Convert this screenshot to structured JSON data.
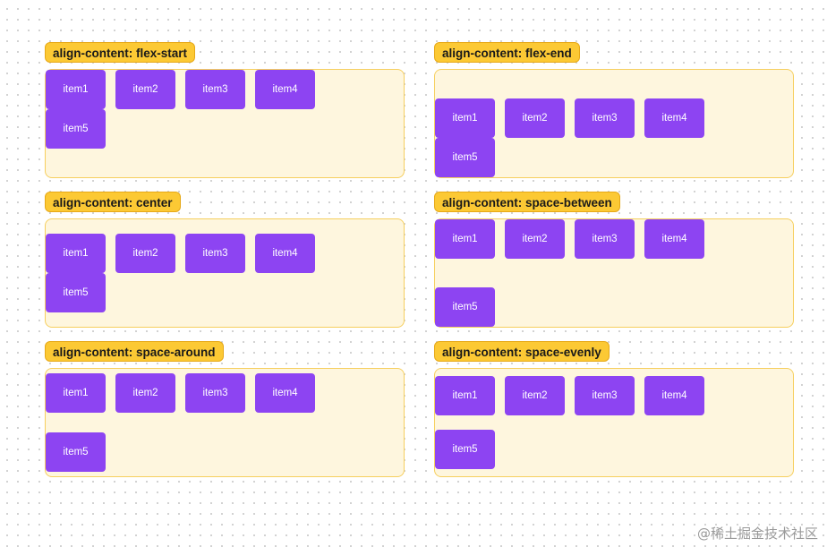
{
  "panels": [
    {
      "label": "align-content: flex-start",
      "align": "flex-start",
      "items": [
        "item1",
        "item2",
        "item3",
        "item4",
        "item5"
      ]
    },
    {
      "label": "align-content: flex-end",
      "align": "flex-end",
      "items": [
        "item1",
        "item2",
        "item3",
        "item4",
        "item5"
      ]
    },
    {
      "label": "align-content: center",
      "align": "center",
      "items": [
        "item1",
        "item2",
        "item3",
        "item4",
        "item5"
      ]
    },
    {
      "label": "align-content: space-between",
      "align": "space-between",
      "items": [
        "item1",
        "item2",
        "item3",
        "item4",
        "item5"
      ]
    },
    {
      "label": "align-content: space-around",
      "align": "space-around",
      "items": [
        "item1",
        "item2",
        "item3",
        "item4",
        "item5"
      ]
    },
    {
      "label": "align-content: space-evenly",
      "align": "space-evenly",
      "items": [
        "item1",
        "item2",
        "item3",
        "item4",
        "item5"
      ]
    }
  ],
  "watermark": "@稀土掘金技术社区",
  "colors": {
    "item": "#8d44f2",
    "label_bg": "#fcc934",
    "box_bg": "#fef6de",
    "box_border": "#f6cf5e"
  }
}
